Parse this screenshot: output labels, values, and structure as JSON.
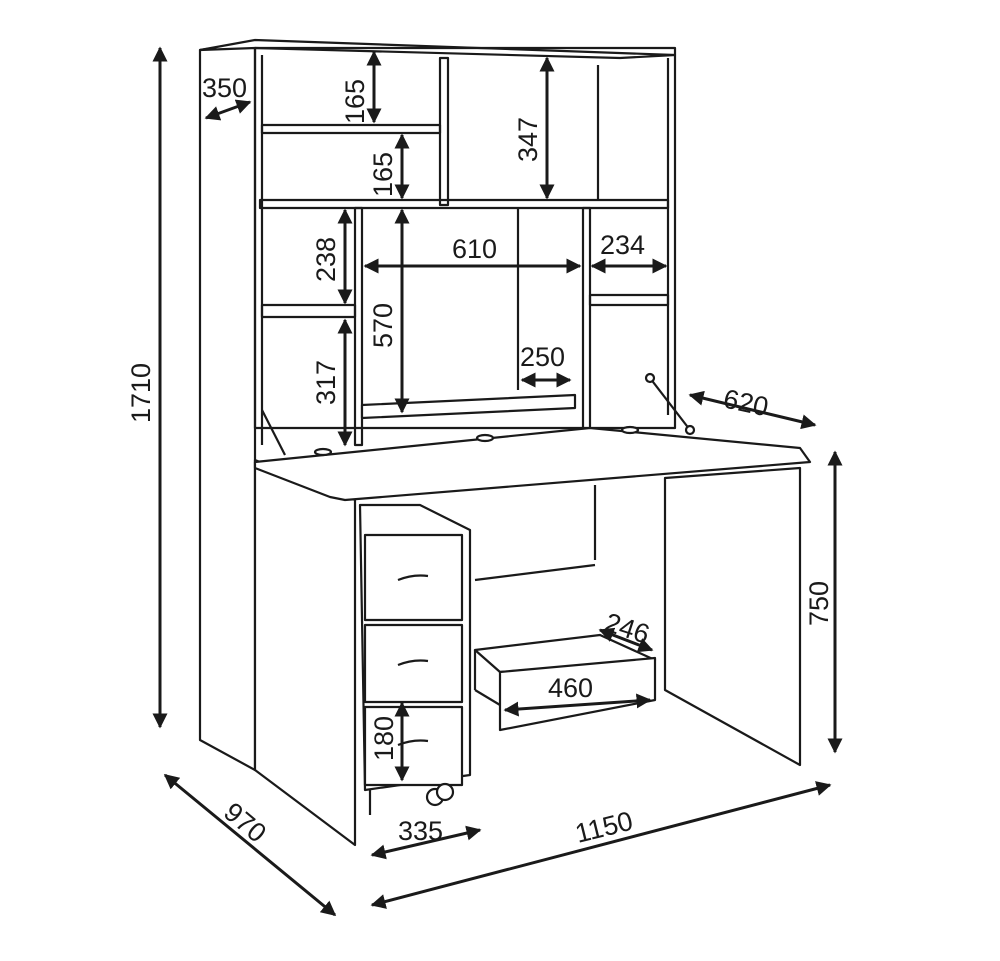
{
  "title": "Desk with hutch dimension drawing",
  "dimensions": {
    "hutch_depth": "350",
    "top_left_shelf": "165",
    "mid_left_shelf": "165",
    "top_right_compartment": "347",
    "left_upper_niche": "238",
    "center_width": "610",
    "right_niche_width": "234",
    "center_height": "570",
    "shelf_depth": "250",
    "left_lower_niche": "317",
    "desk_depth": "620",
    "total_height": "1710",
    "desk_height": "750",
    "tray_depth": "246",
    "tray_width": "460",
    "drawer_height": "180",
    "total_depth": "970",
    "pedestal_width": "335",
    "total_width": "1150"
  }
}
